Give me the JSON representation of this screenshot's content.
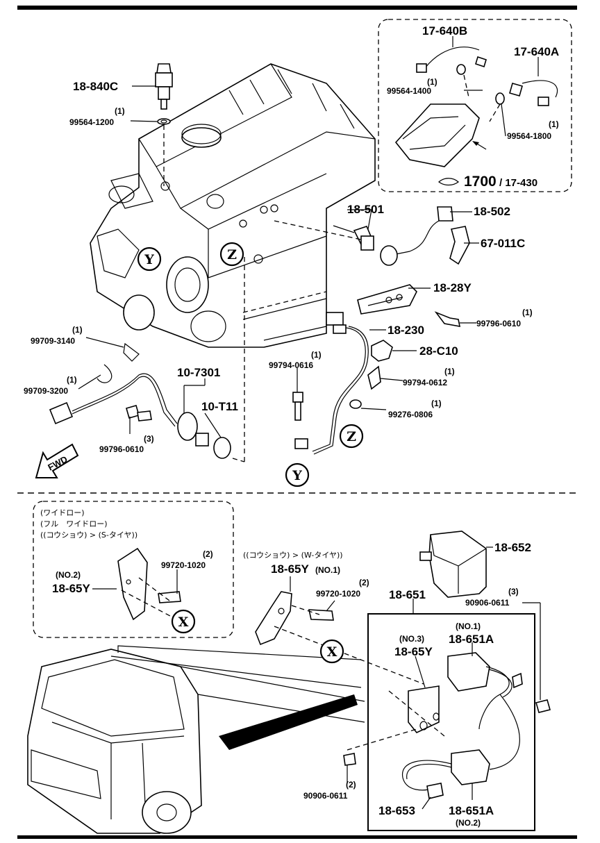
{
  "labels": {
    "p_17_640B": "17-640B",
    "p_17_640A": "17-640A",
    "p_18_840C": "18-840C",
    "q1_a": "(1)",
    "p_99564_1200": "99564-1200",
    "q1_b": "(1)",
    "p_99564_1400": "99564-1400",
    "q1_c": "(1)",
    "p_99564_1800": "99564-1800",
    "ref_1700": "1700",
    "ref_17_430": "/ 17-430",
    "p_18_501": "18-501",
    "p_18_502": "18-502",
    "p_67_011C": "67-011C",
    "p_18_28Y": "18-28Y",
    "q1_d": "(1)",
    "p_99796_0610_a": "99796-0610",
    "p_18_230": "18-230",
    "p_28_C10": "28-C10",
    "q1_e": "(1)",
    "p_99709_3140": "99709-3140",
    "q1_f": "(1)",
    "p_99709_3200": "99709-3200",
    "p_10_7301": "10-7301",
    "p_10_T11": "10-T11",
    "q3_a": "(3)",
    "p_99796_0610_b": "99796-0610",
    "q1_g": "(1)",
    "p_99794_0616": "99794-0616",
    "q1_h": "(1)",
    "p_99794_0612": "99794-0612",
    "q1_i": "(1)",
    "p_99276_0806": "99276-0806",
    "fwd": "FWD",
    "mk_y": "Y",
    "mk_z": "Z",
    "mk_x": "X",
    "jp_line1": "(ワイドロー)",
    "jp_line2": "(フル　ワイドロー)",
    "jp_line3": "((コウショウ) > (S-タイヤ))",
    "jp_line4": "((コウショウ) > (W-タイヤ))",
    "no2": "(NO.2)",
    "p_18_65Y_a": "18-65Y",
    "q2_a": "(2)",
    "p_99720_1020_a": "99720-1020",
    "p_18_65Y_b": "18-65Y",
    "no1_a": "(NO.1)",
    "q2_b": "(2)",
    "p_99720_1020_b": "99720-1020",
    "p_18_652": "18-652",
    "q3_b": "(3)",
    "p_90906_0611_a": "90906-0611",
    "p_18_651": "18-651",
    "no1_b": "(NO.1)",
    "p_18_651A_a": "18-651A",
    "no3": "(NO.3)",
    "p_18_65Y_c": "18-65Y",
    "q2_c": "(2)",
    "p_90906_0611_b": "90906-0611",
    "p_18_653": "18-653",
    "p_18_651A_b": "18-651A",
    "no2_b": "(NO.2)"
  }
}
